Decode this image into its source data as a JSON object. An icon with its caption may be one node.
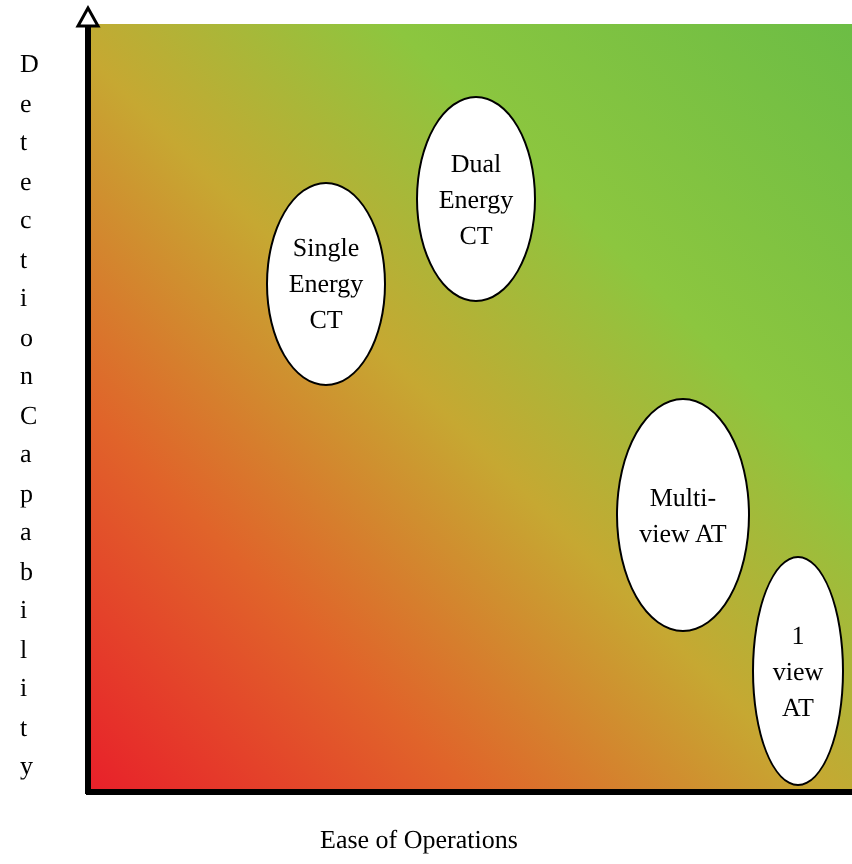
{
  "diagram": {
    "nodes": [
      {
        "text": [
          "Single Energy CT"
        ]
      },
      {
        "text": [
          "Dual Energy CT"
        ]
      },
      {
        "text": [
          "Multi- view AT"
        ]
      },
      {
        "text": [
          "1 view AT"
        ]
      }
    ],
    "labels": [
      "Detection Capability",
      "Ease of Operations"
    ]
  }
}
